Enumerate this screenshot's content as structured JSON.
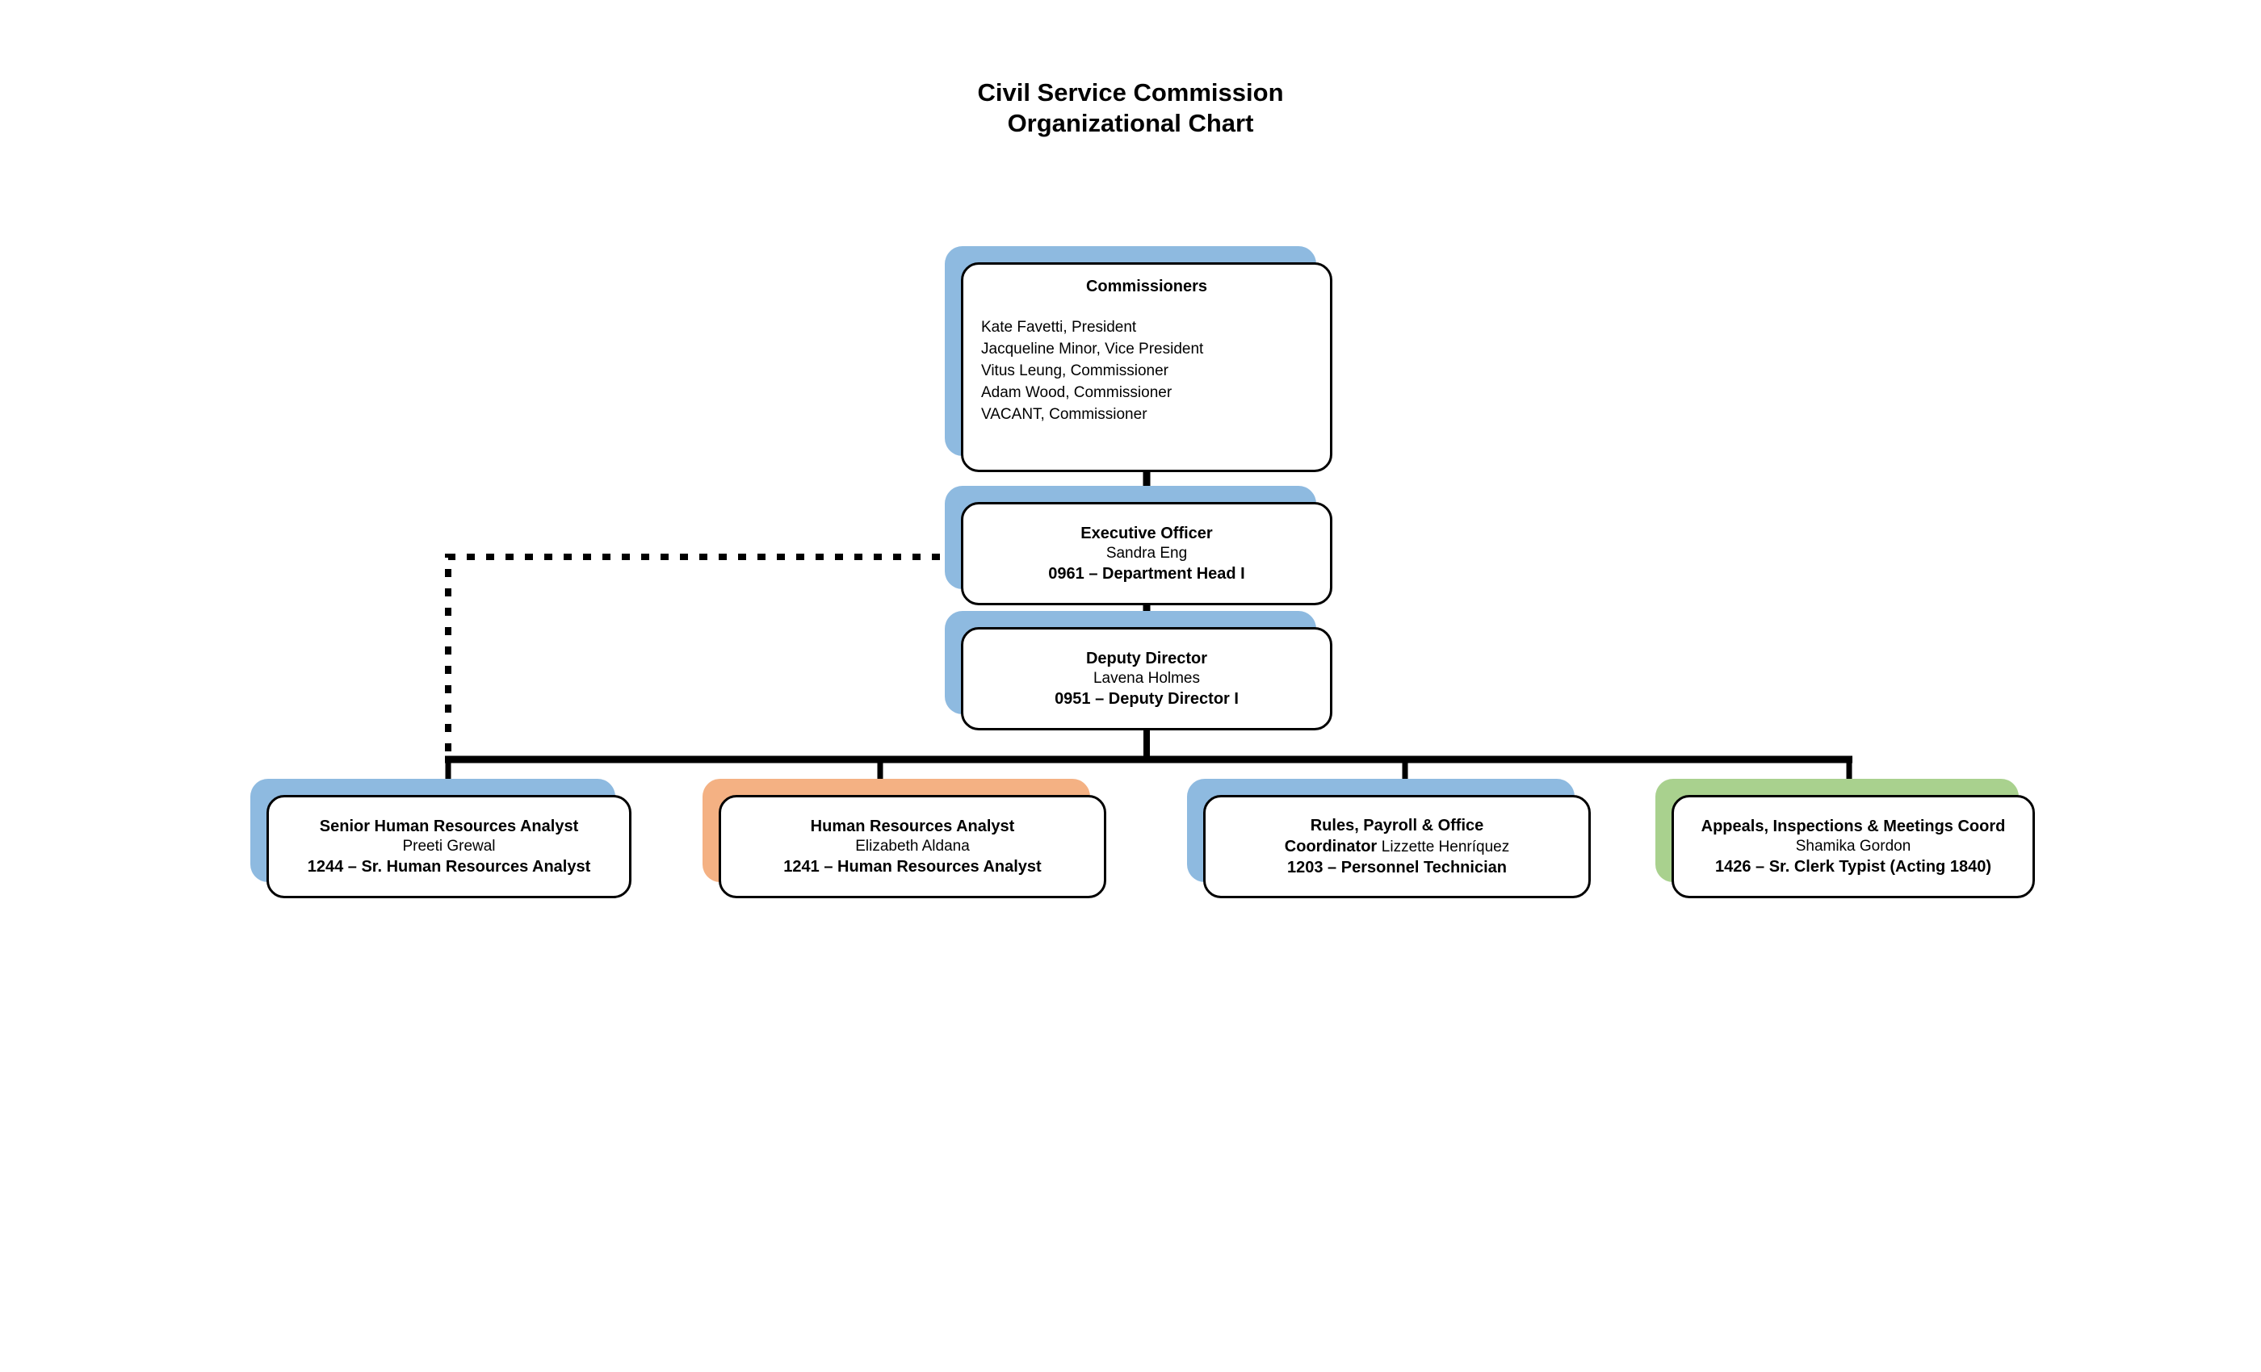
{
  "title": {
    "line1": "Civil Service Commission",
    "line2": "Organizational Chart"
  },
  "colors": {
    "shadow_blue": "#8EBAE0",
    "shadow_peach": "#F4B183",
    "shadow_green": "#A9D18E",
    "outline": "#000000",
    "background": "#FFFFFF",
    "connector": "#000000"
  },
  "nodes": {
    "commissioners": {
      "heading": "Commissioners",
      "members": [
        "Kate Favetti, President",
        "Jacqueline Minor, Vice President",
        "Vitus Leung, Commissioner",
        "Adam Wood, Commissioner",
        "VACANT, Commissioner"
      ]
    },
    "executive_officer": {
      "title": "Executive Officer",
      "name": "Sandra Eng",
      "classification": "0961 – Department Head I"
    },
    "deputy_director": {
      "title": "Deputy Director",
      "name": "Lavena Holmes",
      "classification": "0951 – Deputy Director I"
    },
    "senior_hr_analyst": {
      "title": "Senior Human Resources Analyst",
      "name": "Preeti Grewal",
      "classification": "1244 – Sr. Human Resources Analyst"
    },
    "hr_analyst": {
      "title": "Human Resources Analyst",
      "name": "Elizabeth Aldana",
      "classification": "1241 – Human Resources Analyst"
    },
    "rules_payroll_office_coordinator": {
      "title_line1": "Rules, Payroll & Office",
      "title_line2": "Coordinator",
      "name": "Lizzette Henríquez",
      "classification": "1203 – Personnel Technician"
    },
    "appeals_inspections_meetings_coord": {
      "title": "Appeals, Inspections & Meetings Coord",
      "name": "Shamika Gordon",
      "classification": "1426 – Sr. Clerk Typist (Acting 1840)"
    }
  }
}
